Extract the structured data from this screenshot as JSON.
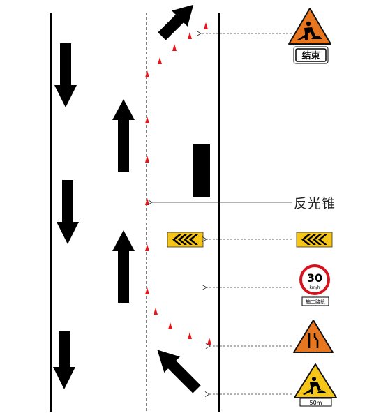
{
  "labels": {
    "cone": "反光锥"
  },
  "signs": {
    "end_text": "结束",
    "speed_value": "30",
    "speed_unit": "km/h",
    "speed_caption": "施工路段",
    "distance_plate": "50m"
  },
  "colors": {
    "sign_orange": "#E8761E",
    "warning_yellow": "#F5C518",
    "cone_red": "#E8141B",
    "speed_ring_red": "#D7121E",
    "marking_black": "#000000",
    "leader_gray": "#333333"
  },
  "icons": {
    "work_sign": "road-work-worker-icon",
    "lane_narrow": "right-lane-narrows-icon",
    "chevron": "chevron-left-icon"
  }
}
